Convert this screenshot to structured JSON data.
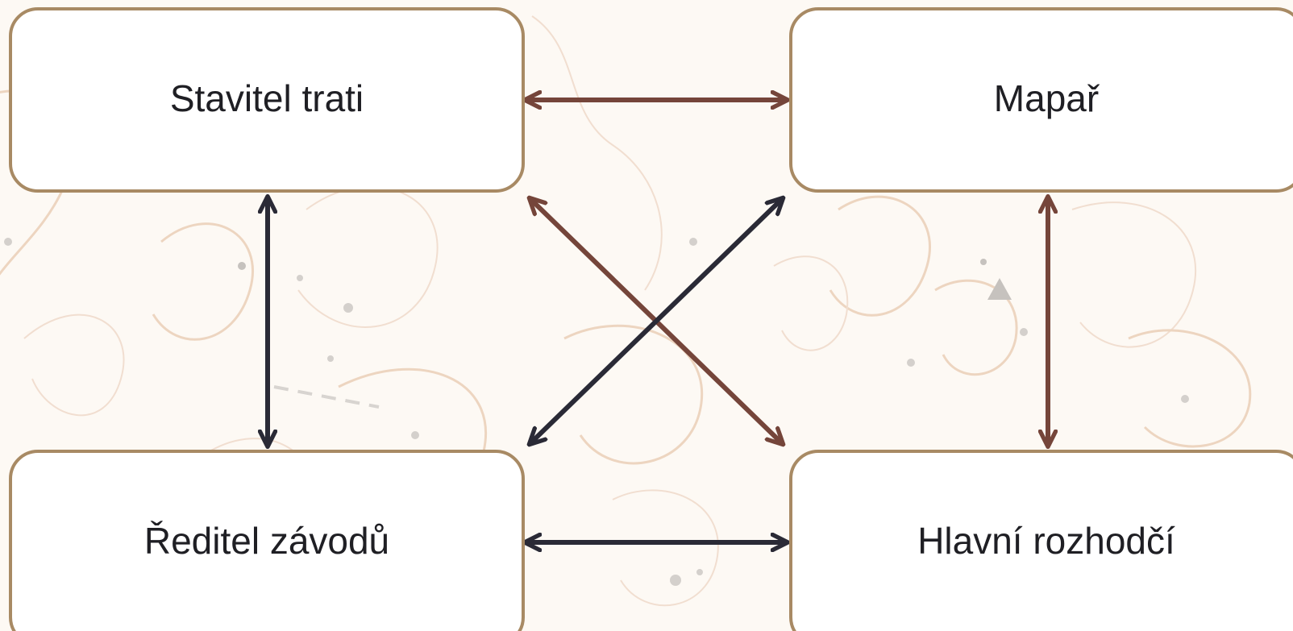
{
  "colors": {
    "background": "#fdf9f4",
    "node_border": "#a88a64",
    "node_fill": "#ffffff",
    "arrow_brown": "#75453a",
    "arrow_dark": "#2a2a36",
    "map_contour": "#edd5c0"
  },
  "nodes": {
    "course_setter": "Stavitel trati",
    "mapper": "Mapař",
    "event_director": "Ředitel závodů",
    "chief_referee": "Hlavní rozhodčí"
  },
  "connections": [
    {
      "from": "course_setter",
      "to": "mapper",
      "color": "brown",
      "bidirectional": true
    },
    {
      "from": "course_setter",
      "to": "event_director",
      "color": "dark",
      "bidirectional": true
    },
    {
      "from": "course_setter",
      "to": "chief_referee",
      "color": "brown",
      "bidirectional": true
    },
    {
      "from": "mapper",
      "to": "event_director",
      "color": "dark",
      "bidirectional": true
    },
    {
      "from": "mapper",
      "to": "chief_referee",
      "color": "brown",
      "bidirectional": true
    },
    {
      "from": "event_director",
      "to": "chief_referee",
      "color": "dark",
      "bidirectional": true
    }
  ]
}
